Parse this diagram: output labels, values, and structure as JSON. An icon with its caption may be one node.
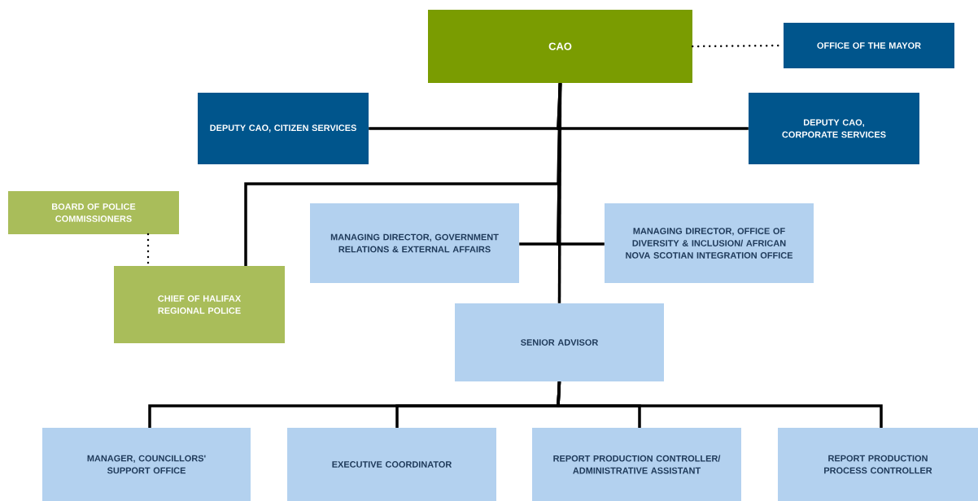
{
  "diagram": {
    "nodes": [
      {
        "text": [
          "CAO"
        ]
      },
      {
        "text": [
          "OFFICE OF THE MAYOR"
        ]
      },
      {
        "text": [
          "DEPUTY CAO, CITIZEN SERVICES"
        ]
      },
      {
        "text": [
          "DEPUTY CAO, CORPORATE SERVICES"
        ]
      },
      {
        "text": [
          "BOARD OF POLICE COMMISSIONERS"
        ]
      },
      {
        "text": [
          "MANAGING DIRECTOR, GOVERNMENT RELATIONS & EXTERNAL AFFAIRS"
        ]
      },
      {
        "text": [
          "MANAGING DIRECTOR, OFFICE OF DIVERSITY & INCLUSION/ AFRICAN NOVA SCOTIAN INTEGRATION OFFICE"
        ]
      },
      {
        "text": [
          "CHIEF OF HALIFAX REGIONAL POLICE"
        ]
      },
      {
        "text": [
          "SENIOR ADVISOR"
        ]
      },
      {
        "text": [
          "MANAGER, COUNCILLORS' SUPPORT OFFICE"
        ]
      },
      {
        "text": [
          "EXECUTIVE COORDINATOR"
        ]
      },
      {
        "text": [
          "REPORT PRODUCTION CONTROLLER/ ADMINISTRATIVE ASSISTANT"
        ]
      },
      {
        "text": [
          "REPORT PRODUCTION PROCESS CONTROLLER"
        ]
      }
    ],
    "edges": [
      {
        "from": 0,
        "to": 1,
        "arrow": "none",
        "style": "dashed"
      },
      {
        "from": 0,
        "to": 2,
        "arrow": "none"
      },
      {
        "from": 0,
        "to": 3,
        "arrow": "none"
      },
      {
        "from": 0,
        "to": 7,
        "arrow": "none"
      },
      {
        "from": 0,
        "to": 5,
        "arrow": "none"
      },
      {
        "from": 0,
        "to": 6,
        "arrow": "none"
      },
      {
        "from": 0,
        "to": 8,
        "arrow": "none"
      },
      {
        "from": 4,
        "to": 7,
        "arrow": "none",
        "style": "dashed"
      },
      {
        "from": 8,
        "to": 9,
        "arrow": "none"
      },
      {
        "from": 8,
        "to": 10,
        "arrow": "none"
      },
      {
        "from": 8,
        "to": 11,
        "arrow": "none"
      },
      {
        "from": 8,
        "to": 12,
        "arrow": "none"
      }
    ]
  }
}
